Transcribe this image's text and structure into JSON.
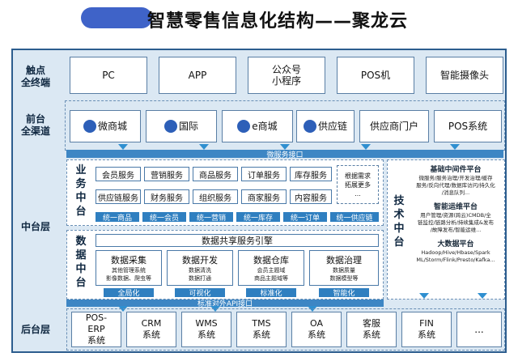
{
  "title": "智慧零售信息化结构——聚龙云",
  "rows": {
    "touchpoint": {
      "label_l1": "触点",
      "label_l2": "全终端",
      "items": [
        "PC",
        "APP",
        "公众号",
        "小程序",
        "POS机",
        "智能摄像头"
      ]
    },
    "frontend": {
      "label_l1": "前台",
      "label_l2": "全渠道",
      "items": [
        "微商城",
        "国际",
        "e商城",
        "供应链",
        "供应商门户",
        "POS系统"
      ],
      "api_bar": "微服务接口"
    },
    "middle": {
      "label": "中台层"
    },
    "backend": {
      "label": "后台层",
      "items": [
        "POS-",
        "ERP",
        "系统",
        "CRM",
        "系统",
        "WMS",
        "系统",
        "TMS",
        "系统",
        "OA",
        "系统",
        "客服",
        "系统",
        "FIN",
        "系统",
        "..."
      ]
    }
  },
  "business": {
    "vlabel": [
      "业",
      "务",
      "中",
      "台"
    ],
    "services_row1": [
      "会员服务",
      "营销服务",
      "商品服务",
      "订单服务",
      "库存服务"
    ],
    "services_row2": [
      "供应链服务",
      "财务服务",
      "组织服务",
      "商家服务",
      "内容服务"
    ],
    "note": [
      "根据需求",
      "拓展更多"
    ],
    "note_ellipsis": "...",
    "unify": [
      "统一商品",
      "统一会员",
      "统一营销",
      "统一库存",
      "统一订单",
      "统一供应链"
    ]
  },
  "data": {
    "vlabel": [
      "数",
      "据",
      "中",
      "台"
    ],
    "engine": "数据共享服务引擎",
    "modules": [
      {
        "name": "数据采集",
        "d1": "其他管理系统",
        "d2": "影像数据、爬虫等"
      },
      {
        "name": "数据开发",
        "d1": "数据清洗",
        "d2": "数据打通"
      },
      {
        "name": "数据仓库",
        "d1": "会员主题域",
        "d2": "商品主题域等"
      },
      {
        "name": "数据治理",
        "d1": "数据质量",
        "d2": "数据模型等"
      }
    ],
    "tags": [
      "全局化",
      "可视化",
      "标准化",
      "智能化"
    ],
    "api_bar": "标准对外API接口"
  },
  "tech": {
    "vlabel": [
      "技",
      "术",
      "中",
      "台"
    ],
    "base_title": "基础中间件平台",
    "base_desc": [
      "微服务/服务治理/开发治理/缓存",
      "服务/反向代理/数据库访问/持久化",
      "/消息队列..."
    ],
    "ops_title": "智能运维平台",
    "ops_desc": [
      "用户管理/资源(跨云)CMDB/全",
      "链监控/链路分析/持续集成&发布",
      "/故障发布/智能运维..."
    ],
    "bigdata_title": "大数据平台",
    "bigdata_desc": [
      "Hadoop/Hive/Hbase/Spark",
      "ML/Storm/Flink/Presto/Kafka..."
    ]
  },
  "colors": {
    "frame_bg": "#dbe8f3",
    "accent_blue": "#2f7fc0",
    "border": "#2c5d8e"
  }
}
